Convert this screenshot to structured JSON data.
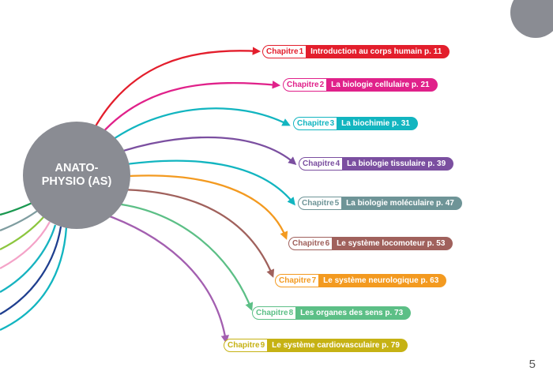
{
  "hub": {
    "label": "ANATO-\nPHYSIO (AS)"
  },
  "page_number": "5",
  "chapters": [
    {
      "prefix": "Chapitre",
      "num": "1",
      "title": "Introduction au corps humain p. 11",
      "color": "#e31e2c"
    },
    {
      "prefix": "Chapitre",
      "num": "2",
      "title": "La biologie cellulaire p. 21",
      "color": "#e0218a"
    },
    {
      "prefix": "Chapitre",
      "num": "3",
      "title": "La biochimie p. 31",
      "color": "#12b5c0"
    },
    {
      "prefix": "Chapitre",
      "num": "4",
      "title": "La biologie tissulaire p. 39",
      "color": "#7b4fa0"
    },
    {
      "prefix": "Chapitre",
      "num": "5",
      "title": "La biologie moléculaire p. 47",
      "color": "#6e9497"
    },
    {
      "prefix": "Chapitre",
      "num": "6",
      "title": "Le système locomoteur p. 53",
      "color": "#a0615c"
    },
    {
      "prefix": "Chapitre",
      "num": "7",
      "title": "Le système neurologique p. 63",
      "color": "#f39a20"
    },
    {
      "prefix": "Chapitre",
      "num": "8",
      "title": "Les organes des sens p. 73",
      "color": "#5cbf86"
    },
    {
      "prefix": "Chapitre",
      "num": "9",
      "title": "Le système cardiovasculaire p. 79",
      "color": "#c6b214"
    }
  ],
  "left_branch_colors": [
    "#1a9850",
    "#7f9da0",
    "#8cc63f",
    "#f4a3c8",
    "#17b3c0",
    "#1f3f8f",
    "#12b5c0"
  ],
  "connector_colors": [
    "#e31e2c",
    "#e0218a",
    "#12b5c0",
    "#7b4fa0",
    "#12b5c0",
    "#f39a20",
    "#a0615c",
    "#5cbf86",
    "#a35fb0"
  ]
}
